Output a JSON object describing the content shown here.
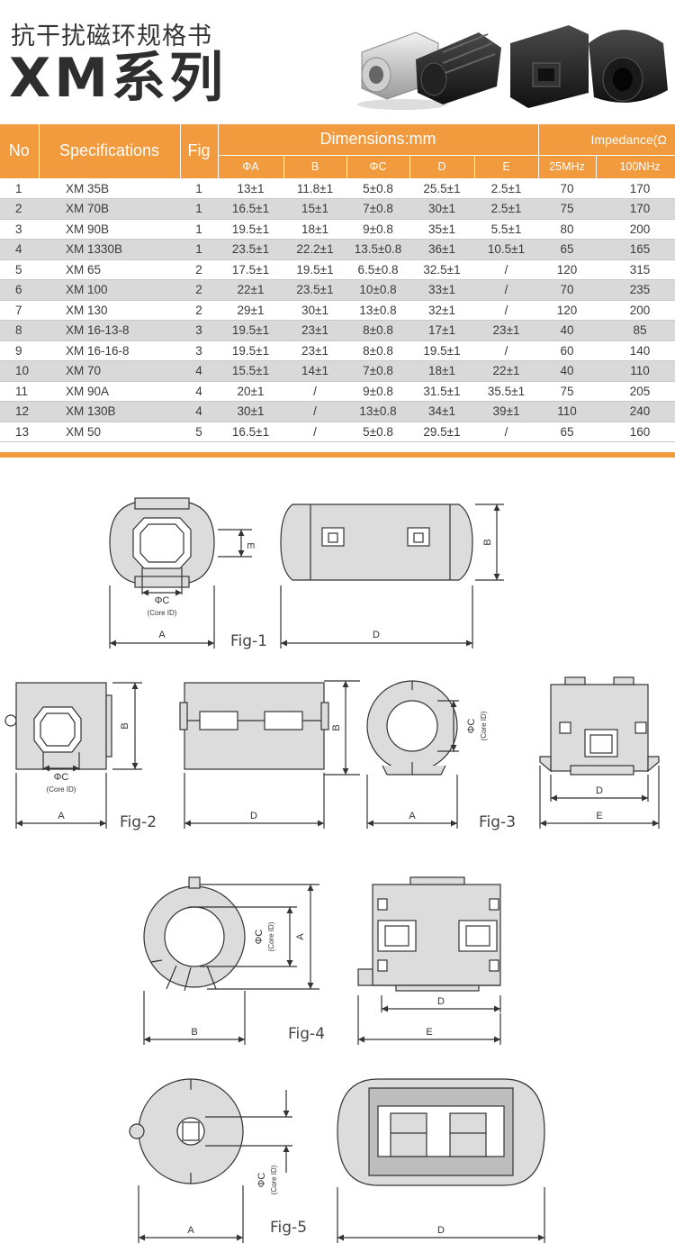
{
  "header": {
    "title_cn": "抗干扰磁环规格书",
    "title_series": "XM系列"
  },
  "table": {
    "col_no": "No",
    "col_spec": "Specifications",
    "col_fig": "Fig",
    "col_dims": "Dimensions:mm",
    "col_imp": "Impedance(Ω",
    "sub_dims": [
      "ΦA",
      "B",
      "ΦC",
      "D",
      "E"
    ],
    "sub_imp": [
      "25MHz",
      "100NHz"
    ],
    "rows": [
      [
        "1",
        "XM 35B",
        "1",
        "13±1",
        "11.8±1",
        "5±0.8",
        "25.5±1",
        "2.5±1",
        "70",
        "170"
      ],
      [
        "2",
        "XM 70B",
        "1",
        "16.5±1",
        "15±1",
        "7±0.8",
        "30±1",
        "2.5±1",
        "75",
        "170"
      ],
      [
        "3",
        "XM 90B",
        "1",
        "19.5±1",
        "18±1",
        "9±0.8",
        "35±1",
        "5.5±1",
        "80",
        "200"
      ],
      [
        "4",
        "XM 1330B",
        "1",
        "23.5±1",
        "22.2±1",
        "13.5±0.8",
        "36±1",
        "10.5±1",
        "65",
        "165"
      ],
      [
        "5",
        "XM 65",
        "2",
        "17.5±1",
        "19.5±1",
        "6.5±0.8",
        "32.5±1",
        "/",
        "120",
        "315"
      ],
      [
        "6",
        "XM 100",
        "2",
        "22±1",
        "23.5±1",
        "10±0.8",
        "33±1",
        "/",
        "70",
        "235"
      ],
      [
        "7",
        "XM 130",
        "2",
        "29±1",
        "30±1",
        "13±0.8",
        "32±1",
        "/",
        "120",
        "200"
      ],
      [
        "8",
        "XM 16-13-8",
        "3",
        "19.5±1",
        "23±1",
        "8±0.8",
        "17±1",
        "23±1",
        "40",
        "85"
      ],
      [
        "9",
        "XM 16-16-8",
        "3",
        "19.5±1",
        "23±1",
        "8±0.8",
        "19.5±1",
        "/",
        "60",
        "140"
      ],
      [
        "10",
        "XM 70",
        "4",
        "15.5±1",
        "14±1",
        "7±0.8",
        "18±1",
        "22±1",
        "40",
        "110"
      ],
      [
        "11",
        "XM 90A",
        "4",
        "20±1",
        "/",
        "9±0.8",
        "31.5±1",
        "35.5±1",
        "75",
        "205"
      ],
      [
        "12",
        "XM 130B",
        "4",
        "30±1",
        "/",
        "13±0.8",
        "34±1",
        "39±1",
        "110",
        "240"
      ],
      [
        "13",
        "XM 50",
        "5",
        "16.5±1",
        "/",
        "5±0.8",
        "29.5±1",
        "/",
        "65",
        "160"
      ]
    ]
  },
  "figures": {
    "fig1": "Fig-1",
    "fig2": "Fig-2",
    "fig3": "Fig-3",
    "fig4": "Fig-4",
    "fig5": "Fig-5",
    "dim_a": "A",
    "dim_b": "B",
    "dim_d": "D",
    "dim_e": "E",
    "dim_c": "ΦC",
    "core_id": "(Core ID)"
  },
  "colors": {
    "accent": "#f19a3e",
    "row_alt": "#d9d9d9",
    "drawing_fill": "#dcdcdc",
    "drawing_stroke": "#333333"
  }
}
